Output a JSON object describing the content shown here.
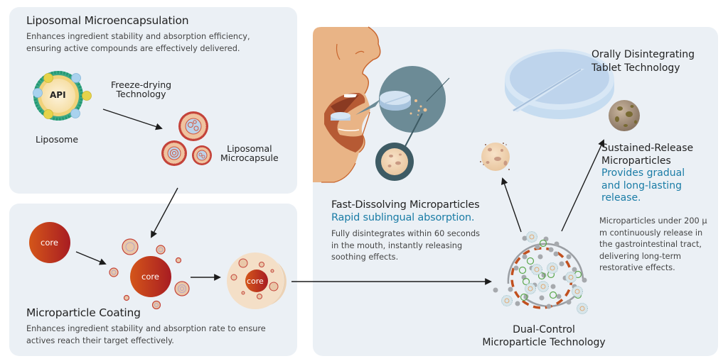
{
  "liposomal": {
    "title": "Liposomal Microencapsulation",
    "desc_line1": "Enhances ingredient stability and absorption efficiency,",
    "desc_line2": "ensuring active compounds are effectively delivered.",
    "api_label": "API",
    "liposome_label": "Liposome",
    "freeze_label_1": "Freeze-drying",
    "freeze_label_2": "Technology",
    "microcapsule_label_1": "Liposomal",
    "microcapsule_label_2": "Microcapsule"
  },
  "coating": {
    "title": "Microparticle Coating",
    "desc_line1": "Enhances ingredient stability and absorption rate to ensure",
    "desc_line2": "actives reach their target effectively.",
    "core_label": "core"
  },
  "fast": {
    "title": "Fast-Dissolving Microparticles",
    "subtitle": "Rapid sublingual absorption.",
    "desc_line1": "Fully disintegrates within 60 seconds",
    "desc_line2": "in the mouth, instantly releasing",
    "desc_line3": "soothing effects."
  },
  "odt": {
    "title_1": "Orally Disintegrating",
    "title_2": "Tablet Technology"
  },
  "sustained": {
    "title_1": "Sustained-Release",
    "title_2": "Microparticles",
    "subtitle_1": "Provides gradual",
    "subtitle_2": "and long-lasting",
    "subtitle_3": "release.",
    "desc_line1": "Microparticles under 200 μ",
    "desc_line2": "m continuously release in",
    "desc_line3": "the gastrointestinal tract,",
    "desc_line4": "delivering long-term",
    "desc_line5": "restorative effects."
  },
  "dual": {
    "title_1": "Dual-Control",
    "title_2": "Microparticle Technology"
  },
  "colors": {
    "panel_bg": "#ebf0f5",
    "accent_teal": "#1a7ca6",
    "core_red": "#b5241e",
    "core_orange": "#d4561a",
    "tablet_blue": "#c3d7ec",
    "bubble_slate": "#6c8b96",
    "skin": "#e9b486"
  }
}
